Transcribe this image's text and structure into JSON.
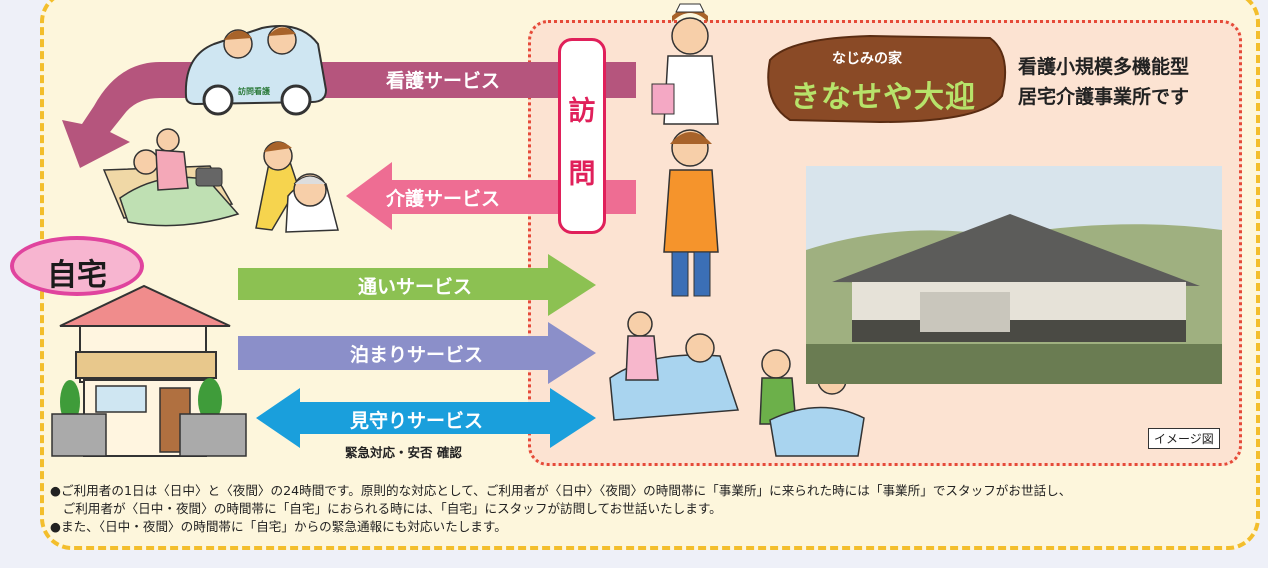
{
  "services": {
    "nursing": "看護サービス",
    "care": "介護サービス",
    "day": "通いサービス",
    "stay": "泊まりサービス",
    "watch": "見守りサービス",
    "watch_sub": "緊急対応・安否 確認"
  },
  "visit": {
    "char1": "訪",
    "char2": "問"
  },
  "home_label": "自宅",
  "logo": {
    "top": "なじみの家",
    "name": "きなせや大迎"
  },
  "title": {
    "line1": "看護小規模多機能型",
    "line2": "居宅介護事業所です"
  },
  "image_note": "イメージ図",
  "car_label": "訪問看護",
  "notes": [
    "●ご利用者の1日は〈日中〉と〈夜間〉の24時間です。原則的な対応として、ご利用者が〈日中〉〈夜間〉の時間帯に「事業所」に来られた時には「事業所」でスタッフがお世話し、",
    "　ご利用者が〈日中・夜間〉の時間帯に「自宅」におられる時には、「自宅」にスタッフが訪問してお世話いたします。",
    "●また、〈日中・夜間〉の時間帯に「自宅」からの緊急通報にも対応いたします。"
  ],
  "colors": {
    "nursing": "#b5557d",
    "care": "#ee6d93",
    "day": "#8cc152",
    "stay": "#8b8fc9",
    "watch": "#1a9fdc",
    "visit": "#e0205a",
    "frame": "#f3be2c"
  }
}
